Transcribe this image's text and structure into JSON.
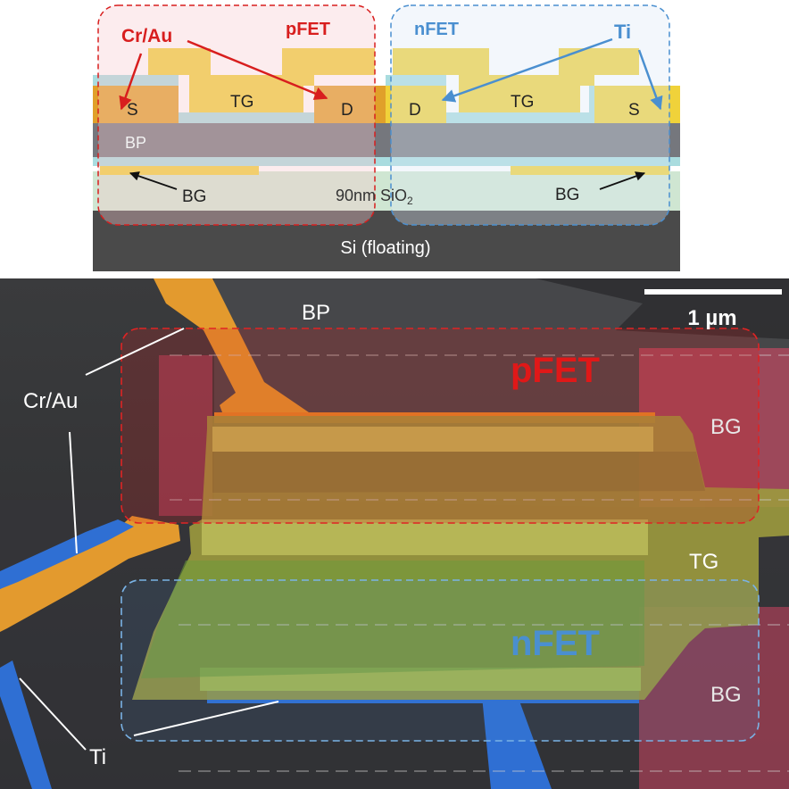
{
  "schematic": {
    "group_labels": {
      "pfet": "pFET",
      "nfet": "nFET"
    },
    "metals": {
      "p_contact": "Cr/Au",
      "n_contact": "Ti"
    },
    "terminals": {
      "p_source": "S",
      "p_drain": "D",
      "p_top_gate": "TG",
      "n_drain": "D",
      "n_top_gate": "TG",
      "n_source": "S"
    },
    "layers": {
      "channel": "BP",
      "back_gate_left": "BG",
      "back_gate_right": "BG",
      "oxide": "90nm SiO",
      "oxide_subscript": "2",
      "substrate": "Si (floating)"
    }
  },
  "sem": {
    "scale_bar": "1 µm",
    "labels": {
      "bp": "BP",
      "cr_au": "Cr/Au",
      "ti": "Ti",
      "tg": "TG",
      "bg_top": "BG",
      "bg_bottom": "BG",
      "pfet": "pFET",
      "nfet": "nFET"
    }
  },
  "colors": {
    "pfet_red": "#d81e1e",
    "nfet_blue": "#4a8fd0",
    "gold": "#f0d23a",
    "cr_au_orange": "#e39a2e",
    "ti_blue": "#2f6fd3",
    "bp_gray": "#7a7a80",
    "substrate": "#4a4a4a",
    "oxide_green": "#cfe6d2"
  }
}
